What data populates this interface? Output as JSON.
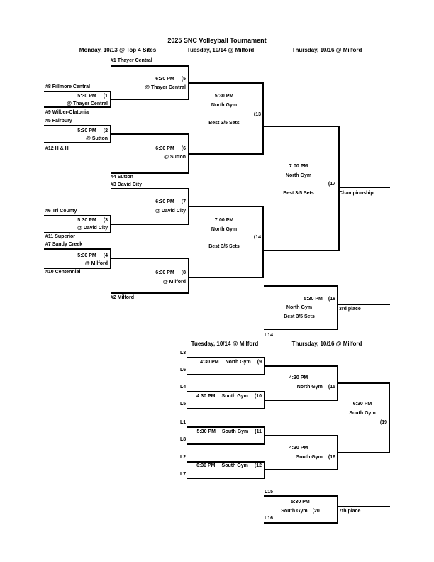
{
  "title": "2025 SNC Volleyball Tournament",
  "headers": {
    "monday": "Monday, 10/13 @ Top 4 Sites",
    "tuesday": "Tuesday, 10/14 @ Milford",
    "thursday": "Thursday, 10/16 @ Milford",
    "tuesday_lower": "Tuesday, 10/14 @ Milford",
    "thursday_lower": "Thursday, 10/16 @ Milford"
  },
  "teams": {
    "thayer": "#1 Thayer Central",
    "fillmore": "#8 Fillmore Central",
    "wilber": "#9 Wilber-Clatonia",
    "fairbury": "#5 Fairbury",
    "hh": "#12 H & H",
    "sutton": "#4 Sutton",
    "davidcity": "#3 David City",
    "tricounty": "#6 Tri County",
    "superior": "#11 Superior",
    "sandycreek": "#7 Sandy Creek",
    "centennial": "#10 Centennial",
    "milford": "#2 Milford"
  },
  "games": {
    "g1": {
      "time": "5:30 PM",
      "num": "(1",
      "site": "@ Thayer Central"
    },
    "g2": {
      "time": "5:30 PM",
      "num": "(2",
      "site": "@ Sutton"
    },
    "g3": {
      "time": "5:30 PM",
      "num": "(3",
      "site": "@ David City"
    },
    "g4": {
      "time": "5:30 PM",
      "num": "(4",
      "site": "@ Milford"
    },
    "g5": {
      "time": "6:30 PM",
      "num": "(5",
      "site": "@ Thayer Central"
    },
    "g6": {
      "time": "6:30 PM",
      "num": "(6",
      "site": "@ Sutton"
    },
    "g7": {
      "time": "6:30 PM",
      "num": "(7",
      "site": "@ David City"
    },
    "g8": {
      "time": "6:30 PM",
      "num": "(8",
      "site": "@ Milford"
    },
    "g13": {
      "time": "5:30 PM",
      "gym": "North Gym",
      "num": "(13",
      "format": "Best 3/5 Sets"
    },
    "g14": {
      "time": "7:00 PM",
      "gym": "North Gym",
      "num": "(14",
      "format": "Best 3/5 Sets"
    },
    "g17": {
      "time": "7:00 PM",
      "gym": "North Gym",
      "num": "(17",
      "format": "Best 3/5 Sets",
      "label": "Championship"
    },
    "g18": {
      "time": "5:30 PM",
      "num": "(18",
      "gym": "North Gym",
      "format": "Best 3/5 Sets",
      "label": "3rd place",
      "bottom": "L14"
    },
    "g9": {
      "top": "L3",
      "bottom": "L6",
      "time": "4:30 PM",
      "gym": "North Gym",
      "num": "(9"
    },
    "g10": {
      "top": "L4",
      "bottom": "L5",
      "time": "4:30 PM",
      "gym": "South Gym",
      "num": "(10"
    },
    "g11": {
      "top": "L1",
      "bottom": "L8",
      "time": "5:30 PM",
      "gym": "South Gym",
      "num": "(11"
    },
    "g12": {
      "top": "L2",
      "bottom": "L7",
      "time": "6:30 PM",
      "gym": "South Gym",
      "num": "(12"
    },
    "g15": {
      "time": "4:30 PM",
      "gym": "North Gym",
      "num": "(15"
    },
    "g16": {
      "time": "4:30 PM",
      "gym": "South Gym",
      "num": "(16"
    },
    "g19": {
      "time": "6:30 PM",
      "gym": "South Gym",
      "num": "(19"
    },
    "g20": {
      "top": "L15",
      "bottom": "L16",
      "time": "5:30 PM",
      "gym": "South Gym",
      "num": "(20",
      "label": "7th place"
    }
  }
}
